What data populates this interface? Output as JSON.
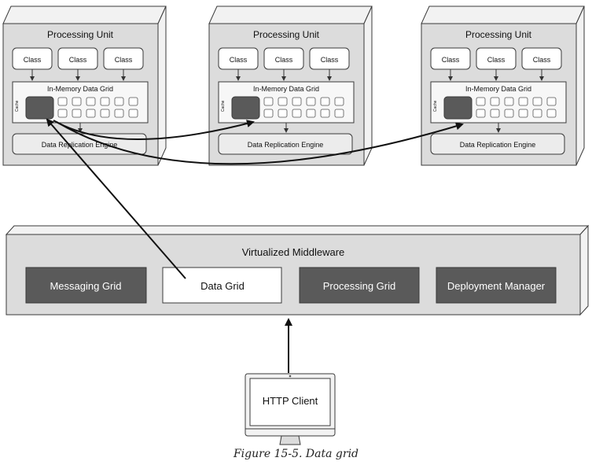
{
  "processing_units": [
    {
      "title": "Processing Unit",
      "classes": [
        "Class",
        "Class",
        "Class"
      ],
      "grid_title": "In-Memory Data Grid",
      "cache_label": "Cache",
      "replication_engine": "Data Replication Engine"
    },
    {
      "title": "Processing Unit",
      "classes": [
        "Class",
        "Class",
        "Class"
      ],
      "grid_title": "In-Memory Data Grid",
      "cache_label": "Cache",
      "replication_engine": "Data Replication Engine"
    },
    {
      "title": "Processing Unit",
      "classes": [
        "Class",
        "Class",
        "Class"
      ],
      "grid_title": "In-Memory Data Grid",
      "cache_label": "Cache",
      "replication_engine": "Data Replication Engine"
    }
  ],
  "middleware": {
    "title": "Virtualized Middleware",
    "components": [
      {
        "label": "Messaging Grid",
        "highlighted": false
      },
      {
        "label": "Data Grid",
        "highlighted": true
      },
      {
        "label": "Processing Grid",
        "highlighted": false
      },
      {
        "label": "Deployment Manager",
        "highlighted": false
      }
    ]
  },
  "client": {
    "label": "HTTP Client"
  },
  "caption": "Figure 15-5. Data grid",
  "colors": {
    "box_fill": "#dcdcdc",
    "box_side": "#f2f2f2",
    "dark_fill": "#5a5a5a",
    "highlight_fill": "#ffffff",
    "stroke": "#3a3a3a"
  }
}
